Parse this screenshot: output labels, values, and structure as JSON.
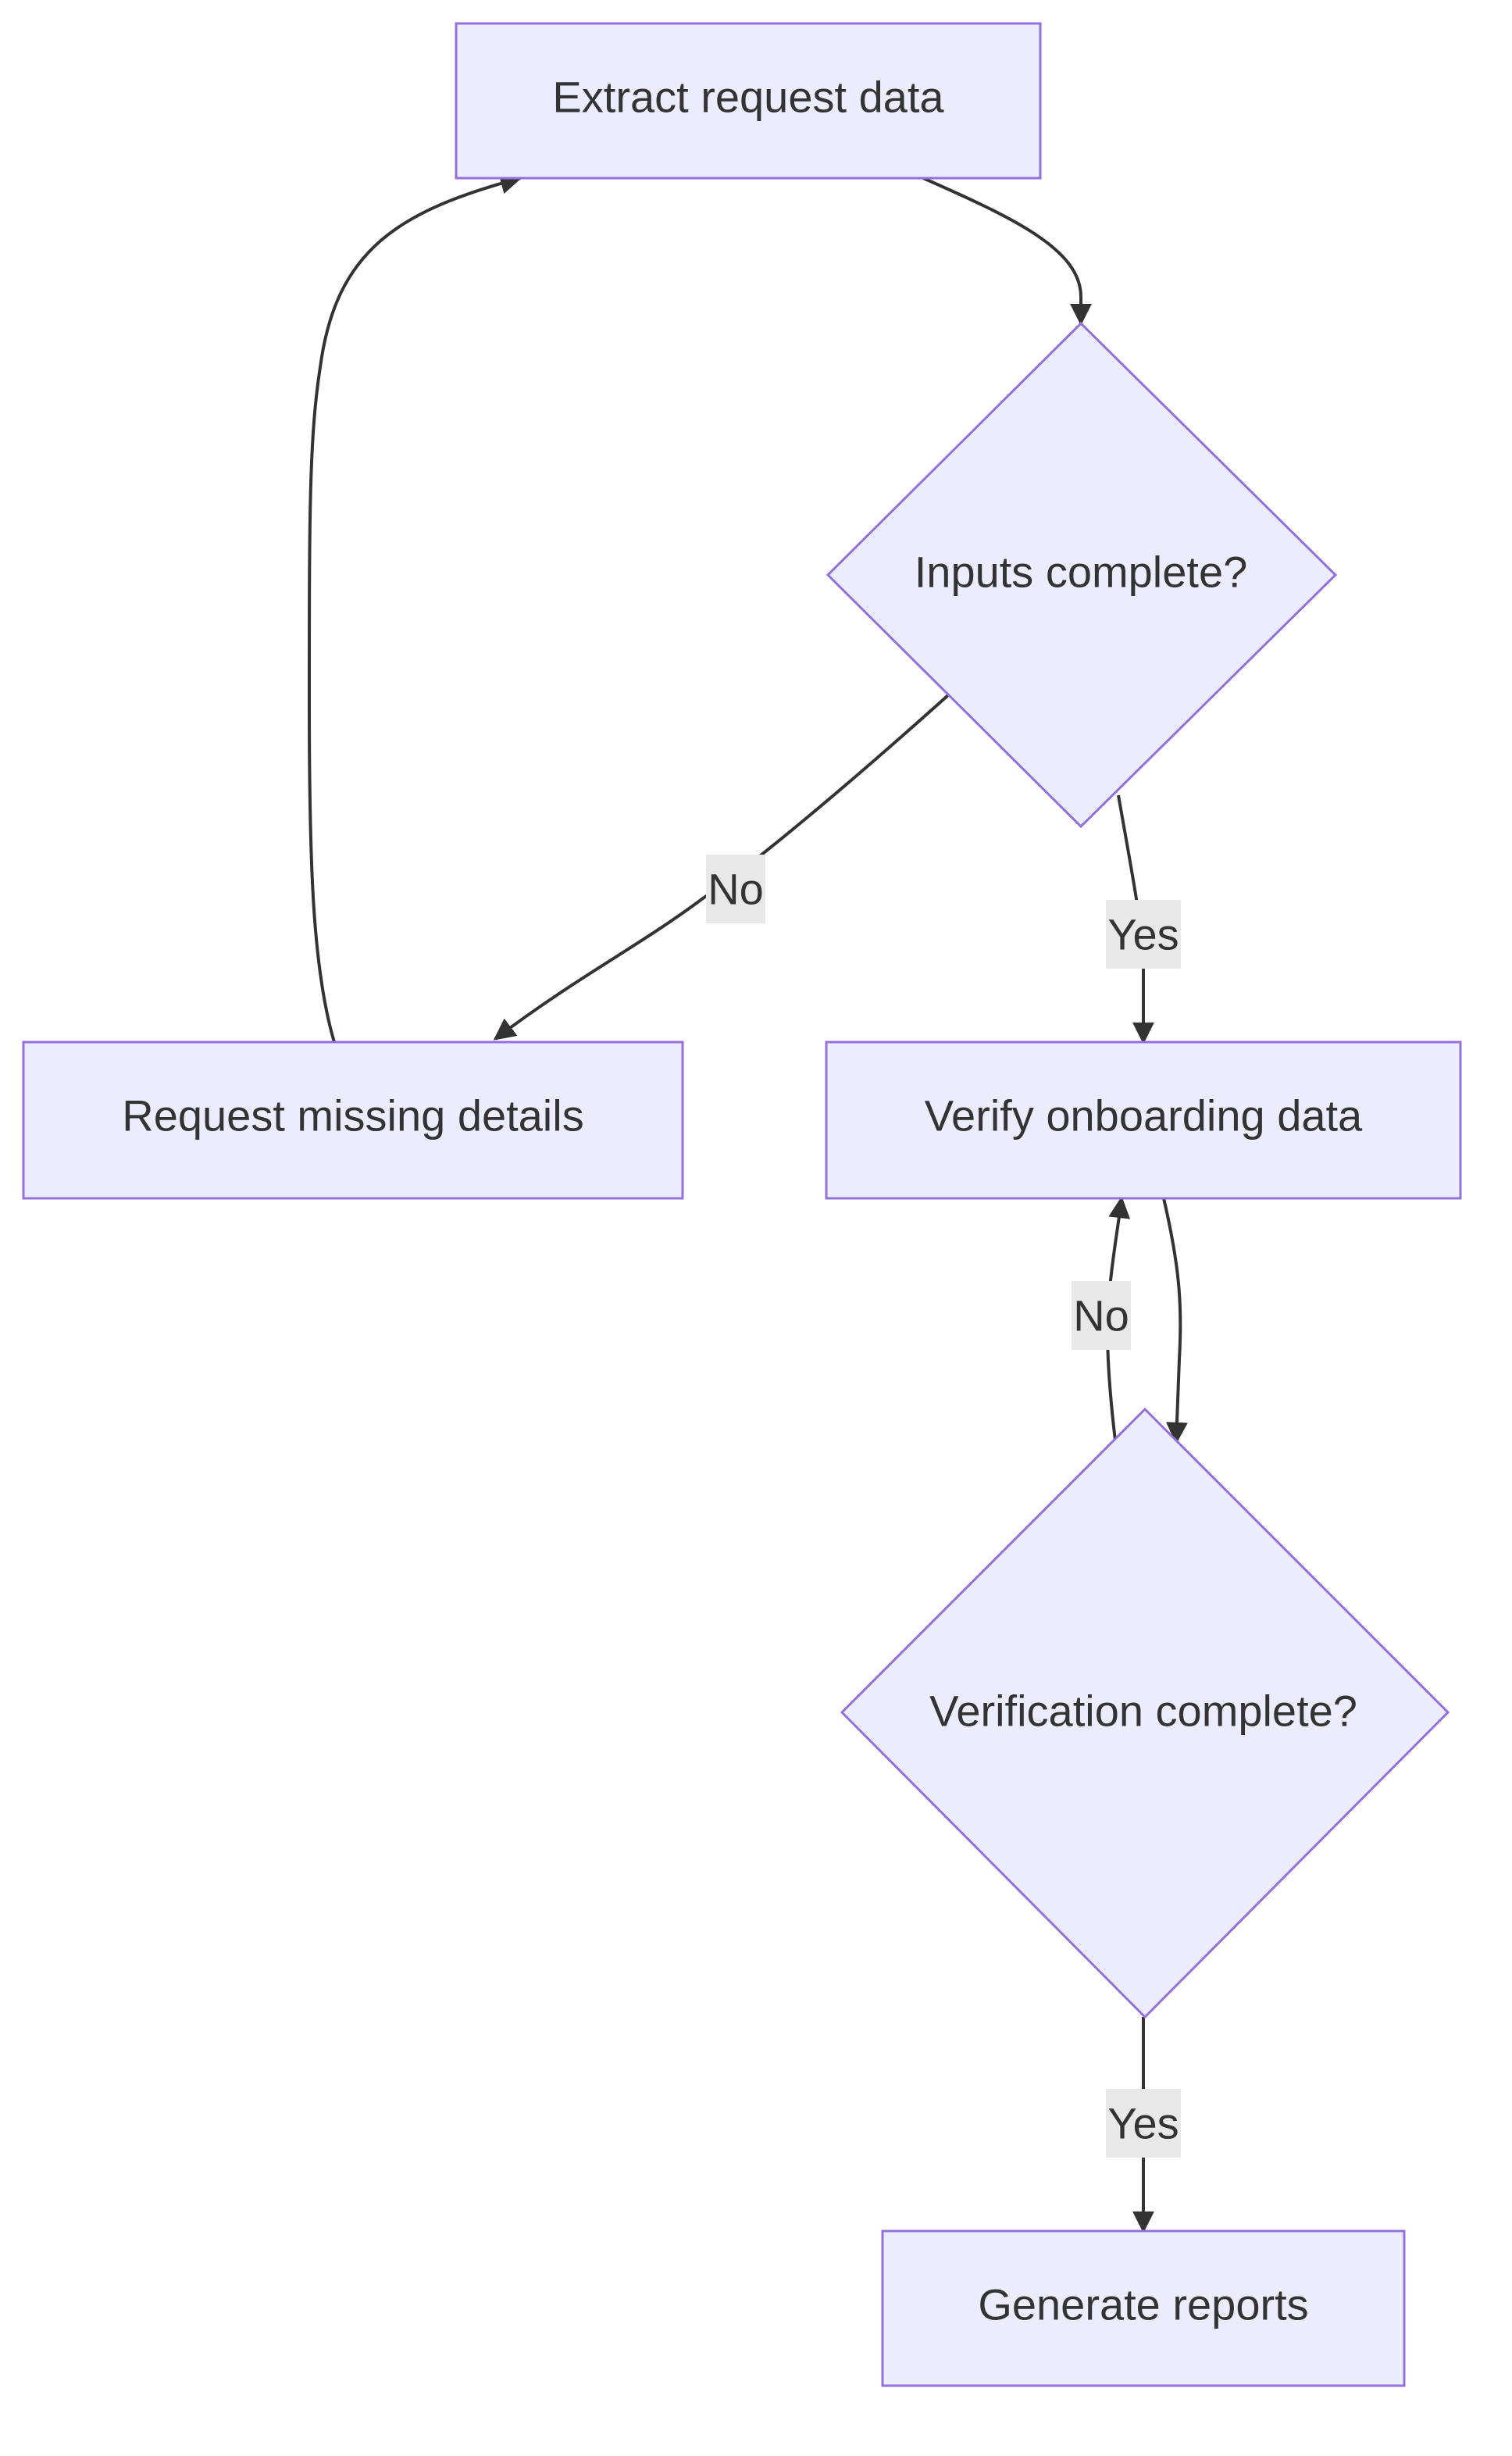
{
  "nodes": {
    "extract": {
      "label": "Extract request data",
      "shape": "rectangle"
    },
    "inputs_check": {
      "label": "Inputs complete?",
      "shape": "diamond"
    },
    "request_missing": {
      "label": "Request missing details",
      "shape": "rectangle"
    },
    "verify": {
      "label": "Verify onboarding data",
      "shape": "rectangle"
    },
    "verification_check": {
      "label": "Verification complete?",
      "shape": "diamond"
    },
    "generate": {
      "label": "Generate reports",
      "shape": "rectangle"
    }
  },
  "edges": {
    "extract_to_inputs": {
      "from": "extract",
      "to": "inputs_check",
      "label": ""
    },
    "inputs_no": {
      "from": "inputs_check",
      "to": "request_missing",
      "label": "No"
    },
    "inputs_yes": {
      "from": "inputs_check",
      "to": "verify",
      "label": "Yes"
    },
    "missing_to_extract": {
      "from": "request_missing",
      "to": "extract",
      "label": ""
    },
    "verify_to_check": {
      "from": "verify",
      "to": "verification_check",
      "label": ""
    },
    "verification_no": {
      "from": "verification_check",
      "to": "verify",
      "label": "No"
    },
    "verification_yes": {
      "from": "verification_check",
      "to": "generate",
      "label": "Yes"
    }
  },
  "colors": {
    "node_fill": "#ececff",
    "node_stroke": "#9370db",
    "edge": "#333333",
    "edge_label_bg": "#e8e8e8",
    "text": "#333333"
  }
}
